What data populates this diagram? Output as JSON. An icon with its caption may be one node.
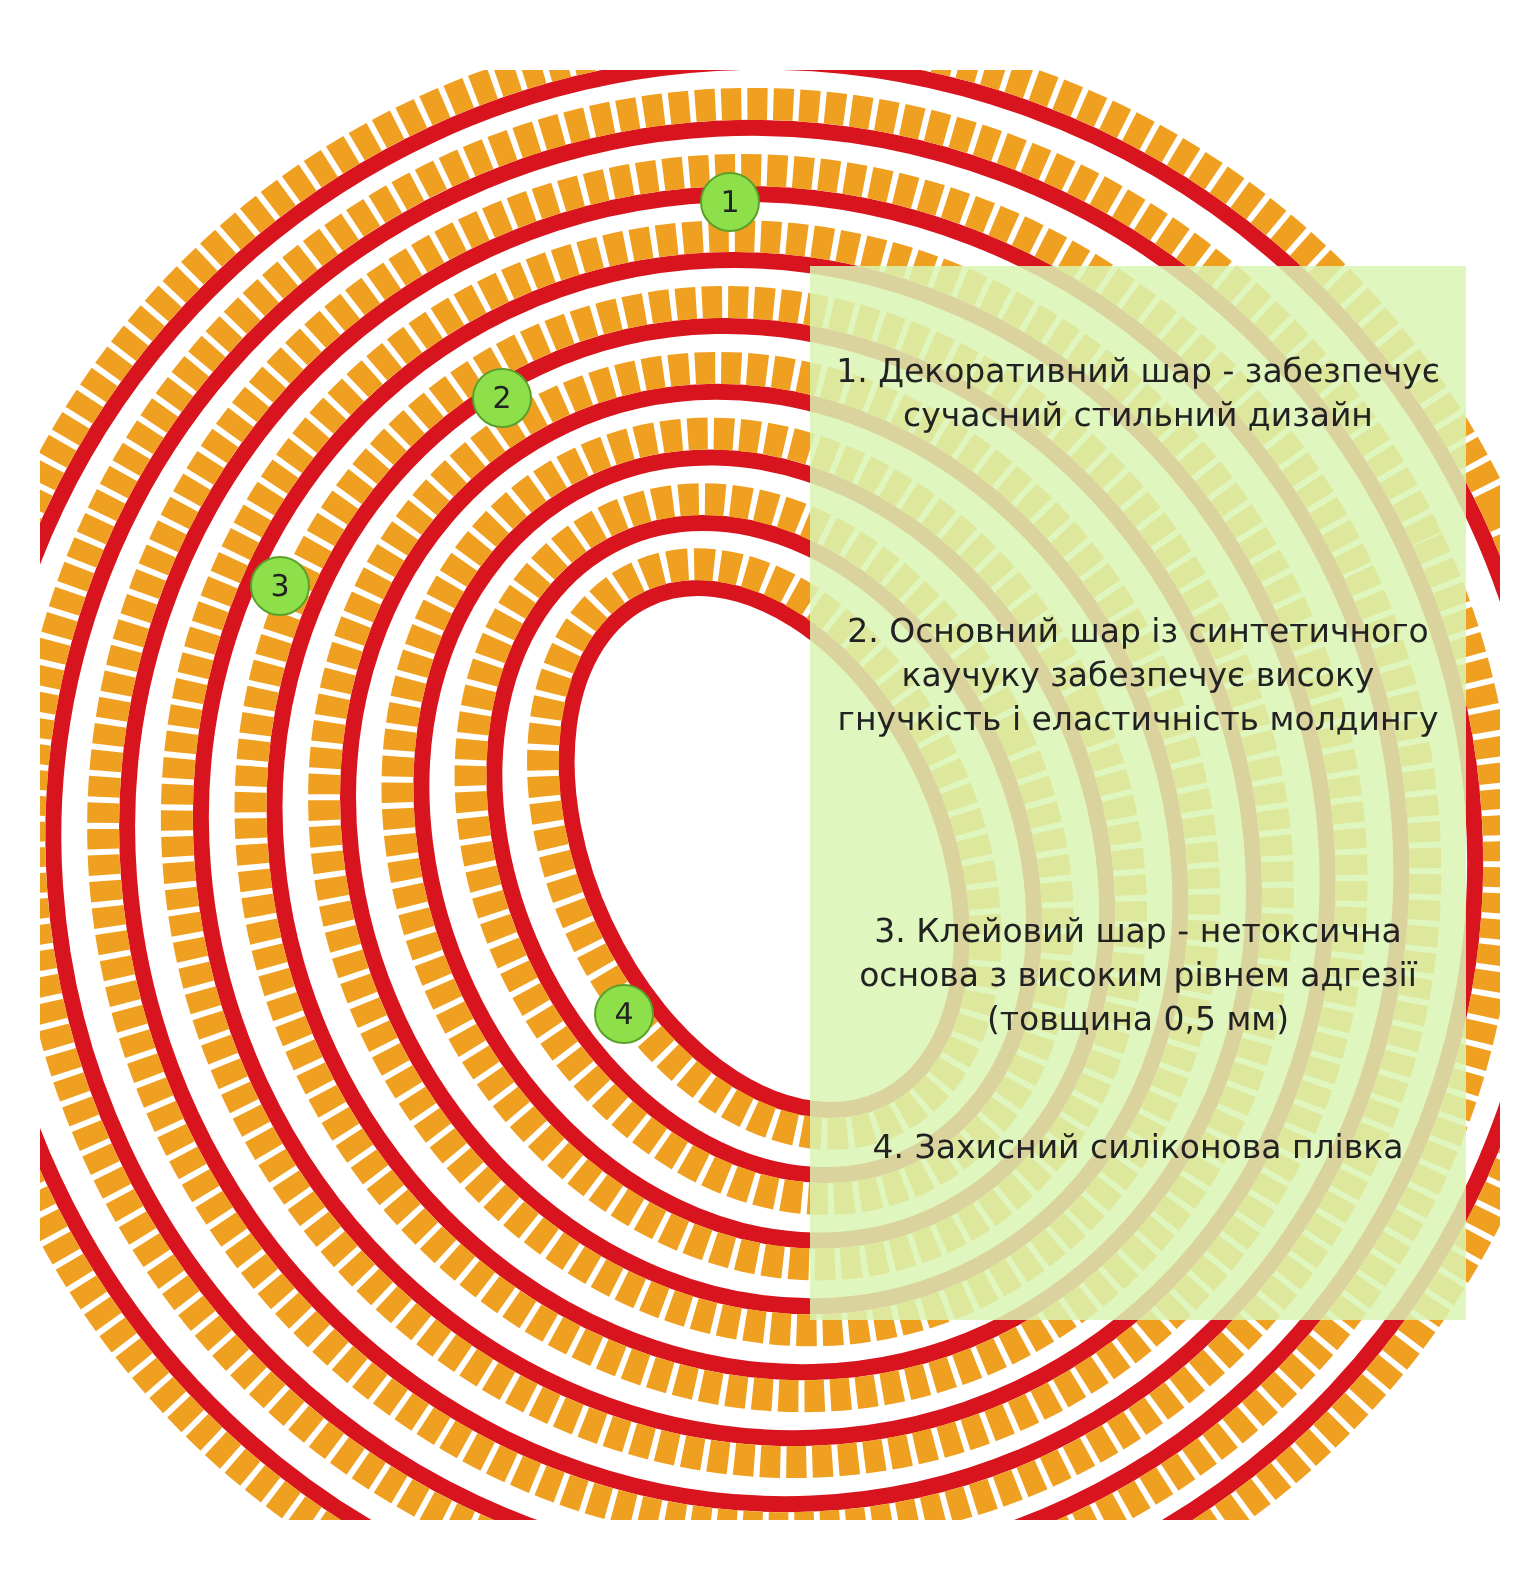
{
  "diagram": {
    "nodes": [
      {
        "text": [
          "1"
        ]
      },
      {
        "text": [
          "2"
        ]
      },
      {
        "text": [
          "3"
        ]
      },
      {
        "text": [
          "4"
        ]
      },
      {
        "text": [
          "1. Декоративний шар - забезпечує сучасний стильний дизайн",
          "2. Основний шар із синтетичного каучуку забезпечує високу гнучкість і еластичність молдингу",
          "3. Клейовий шар - нетоксична основа з високим рівнем адгезії (товщина 0,5 мм)",
          "4. Захисний силіконова плівка"
        ]
      }
    ]
  }
}
